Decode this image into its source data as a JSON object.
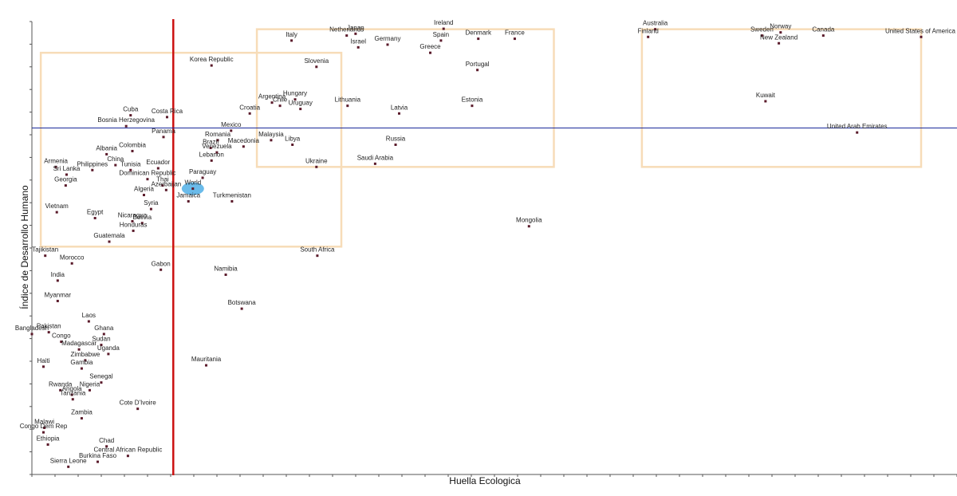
{
  "chart_data": {
    "type": "scatter",
    "title": "",
    "xlabel": "Huella Ecologica",
    "ylabel": "Índice de Desarrollo Humano",
    "xlim": [
      0,
      100
    ],
    "ylim": [
      0,
      100
    ],
    "grid": false,
    "tick_labels": false,
    "reference_lines": {
      "vertical_x": 15.9,
      "horizontal_y": 76.5
    },
    "colors": {
      "point": "#5a1a2a",
      "vertical_line": "#cc1111",
      "horizontal_line": "#1a2a9a",
      "box": "#f7dcb8",
      "highlight": "#5ab4e8",
      "axis": "#555555"
    },
    "regions": [
      {
        "x": [
          1.0,
          34.8
        ],
        "y": [
          50.3,
          93.1
        ]
      },
      {
        "x": [
          25.3,
          58.7
        ],
        "y": [
          67.9,
          98.3
        ]
      },
      {
        "x": [
          68.6,
          100.0
        ],
        "y": [
          67.9,
          98.3
        ]
      }
    ],
    "highlight": "World",
    "points": [
      {
        "name": "Korea Republic",
        "x": 20.2,
        "y": 90.3
      },
      {
        "name": "Italy",
        "x": 29.2,
        "y": 95.8
      },
      {
        "name": "Netherlands",
        "x": 35.4,
        "y": 96.9
      },
      {
        "name": "Japan",
        "x": 36.4,
        "y": 97.3
      },
      {
        "name": "Israel",
        "x": 36.7,
        "y": 94.3
      },
      {
        "name": "Germany",
        "x": 40.0,
        "y": 94.9
      },
      {
        "name": "Ireland",
        "x": 46.3,
        "y": 98.4
      },
      {
        "name": "Spain",
        "x": 46.0,
        "y": 95.8
      },
      {
        "name": "Denmark",
        "x": 50.2,
        "y": 96.2
      },
      {
        "name": "France",
        "x": 54.3,
        "y": 96.2
      },
      {
        "name": "Greece",
        "x": 44.8,
        "y": 93.1
      },
      {
        "name": "Slovenia",
        "x": 32.0,
        "y": 90.0
      },
      {
        "name": "Portugal",
        "x": 50.1,
        "y": 89.3
      },
      {
        "name": "Argentina",
        "x": 27.0,
        "y": 82.1
      },
      {
        "name": "Hungary",
        "x": 29.6,
        "y": 82.8
      },
      {
        "name": "Chile",
        "x": 27.9,
        "y": 81.4
      },
      {
        "name": "Uruguay",
        "x": 30.2,
        "y": 80.7
      },
      {
        "name": "Croatia",
        "x": 24.5,
        "y": 79.7
      },
      {
        "name": "Lithuania",
        "x": 35.5,
        "y": 81.4
      },
      {
        "name": "Latvia",
        "x": 41.3,
        "y": 79.7
      },
      {
        "name": "Estonia",
        "x": 49.5,
        "y": 81.4
      },
      {
        "name": "Cuba",
        "x": 11.1,
        "y": 79.3
      },
      {
        "name": "Costa Rica",
        "x": 15.2,
        "y": 78.9
      },
      {
        "name": "Bosnia Herzegovina",
        "x": 10.6,
        "y": 76.9
      },
      {
        "name": "Panama",
        "x": 14.8,
        "y": 74.5
      },
      {
        "name": "Mexico",
        "x": 22.4,
        "y": 75.9
      },
      {
        "name": "Romania",
        "x": 20.9,
        "y": 73.8
      },
      {
        "name": "Malaysia",
        "x": 26.9,
        "y": 73.8
      },
      {
        "name": "Libya",
        "x": 29.3,
        "y": 72.8
      },
      {
        "name": "Macedonia",
        "x": 23.8,
        "y": 72.4
      },
      {
        "name": "Brazil",
        "x": 20.1,
        "y": 72.1
      },
      {
        "name": "Venezuela",
        "x": 20.8,
        "y": 71.1
      },
      {
        "name": "Russia",
        "x": 40.9,
        "y": 72.8
      },
      {
        "name": "Lebanon",
        "x": 20.2,
        "y": 69.3
      },
      {
        "name": "Ukraine",
        "x": 32.0,
        "y": 67.9
      },
      {
        "name": "Saudi Arabia",
        "x": 38.6,
        "y": 68.6
      },
      {
        "name": "Albania",
        "x": 8.4,
        "y": 70.7
      },
      {
        "name": "Colombia",
        "x": 11.3,
        "y": 71.4
      },
      {
        "name": "Armenia",
        "x": 2.7,
        "y": 67.9
      },
      {
        "name": "China",
        "x": 9.4,
        "y": 68.3
      },
      {
        "name": "Philippines",
        "x": 6.8,
        "y": 67.2
      },
      {
        "name": "Tunisia",
        "x": 11.1,
        "y": 67.2
      },
      {
        "name": "Ecuador",
        "x": 14.2,
        "y": 67.6
      },
      {
        "name": "Sri Lanka",
        "x": 3.9,
        "y": 66.2
      },
      {
        "name": "Dominican Republic",
        "x": 13.0,
        "y": 65.2
      },
      {
        "name": "Paraguay",
        "x": 19.2,
        "y": 65.5
      },
      {
        "name": "Georgia",
        "x": 3.8,
        "y": 63.8
      },
      {
        "name": "Thai",
        "x": 14.7,
        "y": 63.8
      },
      {
        "name": "Azerbaijan",
        "x": 15.1,
        "y": 62.8
      },
      {
        "name": "Algeria",
        "x": 12.6,
        "y": 61.7
      },
      {
        "name": "World",
        "x": 18.1,
        "y": 63.1
      },
      {
        "name": "Jamaica",
        "x": 17.6,
        "y": 60.3
      },
      {
        "name": "Turkmenistan",
        "x": 22.5,
        "y": 60.3
      },
      {
        "name": "Syria",
        "x": 13.4,
        "y": 58.6
      },
      {
        "name": "Vietnam",
        "x": 2.8,
        "y": 57.9
      },
      {
        "name": "Egypt",
        "x": 7.1,
        "y": 56.6
      },
      {
        "name": "Nicaragua",
        "x": 11.3,
        "y": 55.9
      },
      {
        "name": "Bolivia",
        "x": 12.4,
        "y": 55.5
      },
      {
        "name": "Honduras",
        "x": 11.4,
        "y": 53.8
      },
      {
        "name": "Guatemala",
        "x": 8.7,
        "y": 51.4
      },
      {
        "name": "Mongolia",
        "x": 55.9,
        "y": 54.8
      },
      {
        "name": "Tajikistan",
        "x": 1.5,
        "y": 48.3
      },
      {
        "name": "South Africa",
        "x": 32.1,
        "y": 48.3
      },
      {
        "name": "Morocco",
        "x": 4.5,
        "y": 46.6
      },
      {
        "name": "Gabon",
        "x": 14.5,
        "y": 45.2
      },
      {
        "name": "Namibia",
        "x": 21.8,
        "y": 44.1
      },
      {
        "name": "India",
        "x": 2.9,
        "y": 42.8
      },
      {
        "name": "Myanmar",
        "x": 2.9,
        "y": 38.3
      },
      {
        "name": "Botswana",
        "x": 23.6,
        "y": 36.6
      },
      {
        "name": "Laos",
        "x": 6.4,
        "y": 33.8
      },
      {
        "name": "Pakistan",
        "x": 1.9,
        "y": 31.4
      },
      {
        "name": "Ghana",
        "x": 8.1,
        "y": 31.0
      },
      {
        "name": "Bangladesh",
        "x": 0.0,
        "y": 31.0
      },
      {
        "name": "Congo",
        "x": 3.3,
        "y": 29.3
      },
      {
        "name": "Sudan",
        "x": 7.8,
        "y": 28.6
      },
      {
        "name": "Madagascar",
        "x": 5.3,
        "y": 27.6
      },
      {
        "name": "Uganda",
        "x": 8.6,
        "y": 26.6
      },
      {
        "name": "Zimbabwe",
        "x": 6.0,
        "y": 25.2
      },
      {
        "name": "Haiti",
        "x": 1.3,
        "y": 23.8
      },
      {
        "name": "Gambia",
        "x": 5.6,
        "y": 23.4
      },
      {
        "name": "Mauritania",
        "x": 19.6,
        "y": 24.1
      },
      {
        "name": "Senegal",
        "x": 7.8,
        "y": 20.3
      },
      {
        "name": "Rwanda",
        "x": 3.2,
        "y": 18.6
      },
      {
        "name": "Nigeria",
        "x": 6.5,
        "y": 18.6
      },
      {
        "name": "Angola",
        "x": 4.5,
        "y": 17.6
      },
      {
        "name": "Tanzania",
        "x": 4.6,
        "y": 16.6
      },
      {
        "name": "Cote D'Ivoire",
        "x": 11.9,
        "y": 14.5
      },
      {
        "name": "Zambia",
        "x": 5.6,
        "y": 12.4
      },
      {
        "name": "Malawi",
        "x": 1.4,
        "y": 10.3
      },
      {
        "name": "Congo Dem Rep",
        "x": 1.3,
        "y": 9.3
      },
      {
        "name": "Ethiopia",
        "x": 1.8,
        "y": 6.6
      },
      {
        "name": "Chad",
        "x": 8.4,
        "y": 6.2
      },
      {
        "name": "Central African Republic",
        "x": 10.8,
        "y": 4.1
      },
      {
        "name": "Burkina Faso",
        "x": 7.4,
        "y": 2.8
      },
      {
        "name": "Sierra Leone",
        "x": 4.1,
        "y": 1.7
      },
      {
        "name": "Australia",
        "x": 70.1,
        "y": 98.3
      },
      {
        "name": "Finland",
        "x": 69.3,
        "y": 96.6
      },
      {
        "name": "Norway",
        "x": 84.2,
        "y": 97.6
      },
      {
        "name": "Sweden",
        "x": 82.1,
        "y": 96.9
      },
      {
        "name": "Canada",
        "x": 89.0,
        "y": 96.9
      },
      {
        "name": "New Zealand",
        "x": 84.0,
        "y": 95.2
      },
      {
        "name": "United States of America",
        "x": 100.0,
        "y": 96.6
      },
      {
        "name": "Kuwait",
        "x": 82.5,
        "y": 82.4
      },
      {
        "name": "United Arab Emirates",
        "x": 92.8,
        "y": 75.5
      }
    ]
  }
}
